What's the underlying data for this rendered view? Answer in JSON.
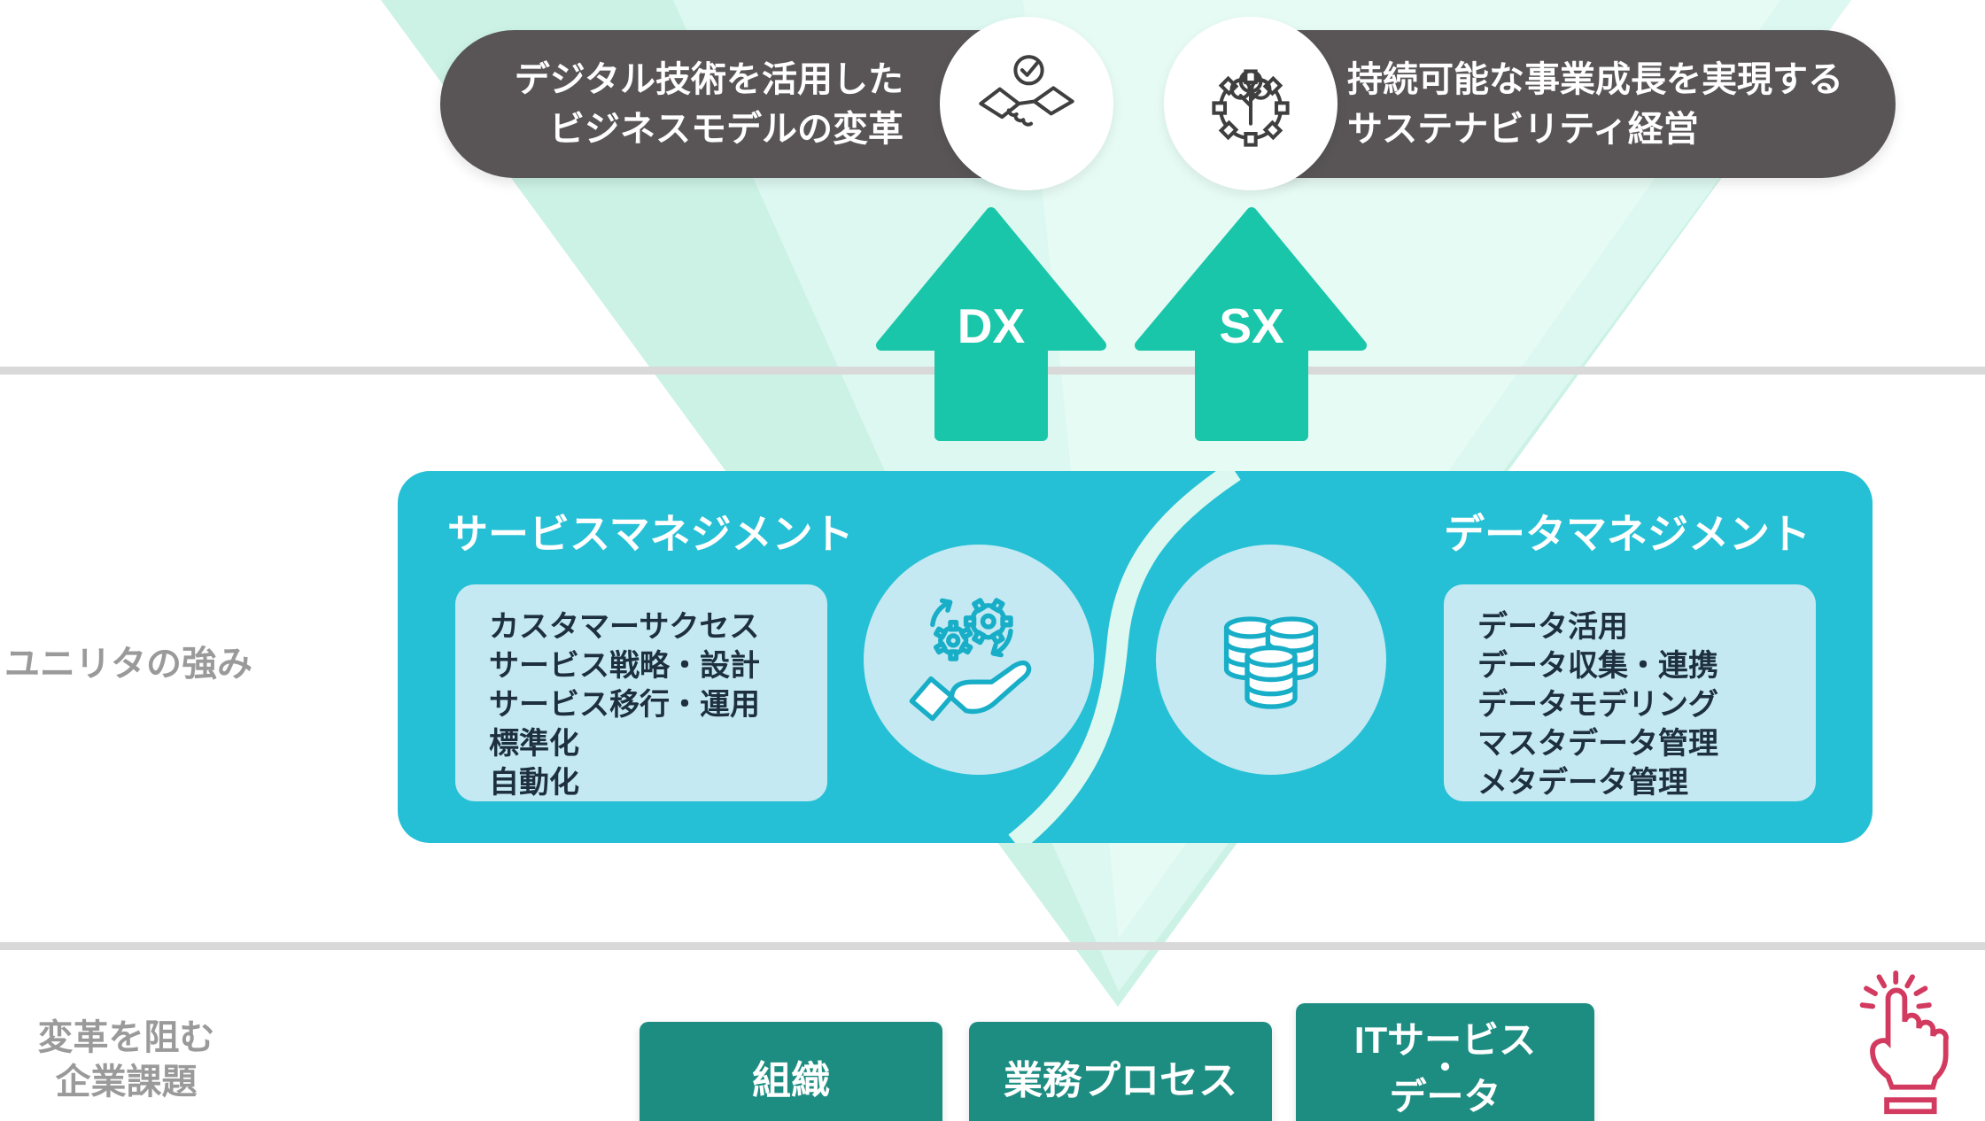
{
  "top": {
    "dx_goal": {
      "line1": "デジタル技術を活用した",
      "line2": "ビジネスモデルの変革"
    },
    "sx_goal": {
      "line1": "持続可能な事業成長を実現する",
      "line2": "サステナビリティ経営"
    }
  },
  "arrows": {
    "dx": "DX",
    "sx": "SX"
  },
  "side_labels": {
    "strengths": "ユニリタの強み",
    "challenge_line1": "変革を阻む",
    "challenge_line2": "企業課題"
  },
  "panels": {
    "service": {
      "title": "サービスマネジメント",
      "items": [
        "カスタマーサクセス",
        "サービス戦略・設計",
        "サービス移行・運用",
        "標準化",
        "自動化"
      ]
    },
    "data": {
      "title": "データマネジメント",
      "items": [
        "データ活用",
        "データ収集・連携",
        "データモデリング",
        "マスタデータ管理",
        "メタデータ管理"
      ]
    }
  },
  "challenges": {
    "org": "組織",
    "process": "業務プロセス",
    "it": {
      "line1": "ITサービス",
      "line2": "・",
      "line3": "データ"
    }
  },
  "icons": {
    "dx_goal": "handshake-check",
    "sx_goal": "gear-tree",
    "service": "gears-on-hand",
    "data": "database-cylinders",
    "cursor": "click-pointer-hand"
  },
  "colors": {
    "panel_teal": "#25c0d5",
    "light_box": "#c4e9f2",
    "arrow_green": "#19c6a9",
    "funnel_mint": "#ccf2e6",
    "funnel_mint_light": "#dcf8f0",
    "pill_gray": "#595556",
    "bottom_green": "#1d8d82",
    "label_gray": "#9a9a9a",
    "list_text": "#1e3040",
    "divider_gray": "#d9d9d9",
    "click_hand_red": "#d23a5f",
    "icon_dark": "#3f3f3f",
    "icon_teal": "#18aec8"
  }
}
